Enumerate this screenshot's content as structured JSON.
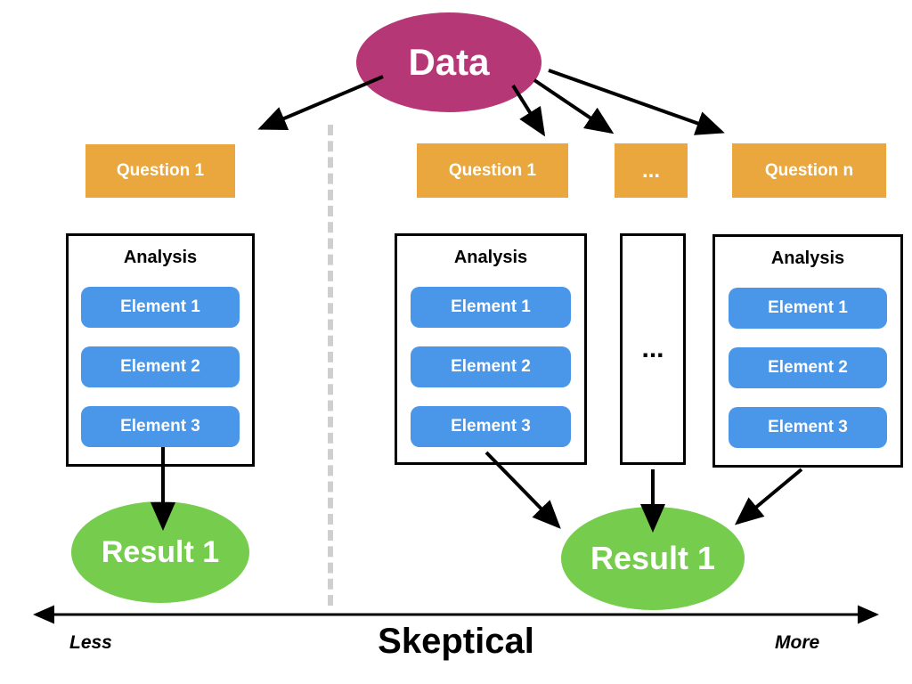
{
  "diagram": {
    "data_node": {
      "label": "Data"
    },
    "left_branch": {
      "question": "Question 1",
      "analysis_title": "Analysis",
      "elements": [
        "Element 1",
        "Element 2",
        "Element 3"
      ],
      "result": "Result 1"
    },
    "right_branch": {
      "questions": [
        "Question 1",
        "...",
        "Question n"
      ],
      "analysis_1": {
        "title": "Analysis",
        "elements": [
          "Element 1",
          "Element 2",
          "Element 3"
        ]
      },
      "analysis_dots": "...",
      "analysis_2": {
        "title": "Analysis",
        "elements": [
          "Element 1",
          "Element 2",
          "Element 3"
        ]
      },
      "result": "Result 1"
    },
    "axis": {
      "left": "Less",
      "center": "Skeptical",
      "right": "More"
    },
    "colors": {
      "data_node": "#b63775",
      "question_box": "#e9a73d",
      "element_box": "#4a96e8",
      "result_node": "#75cc4d",
      "divider": "#cfcfcf",
      "arrow": "#000000"
    }
  }
}
